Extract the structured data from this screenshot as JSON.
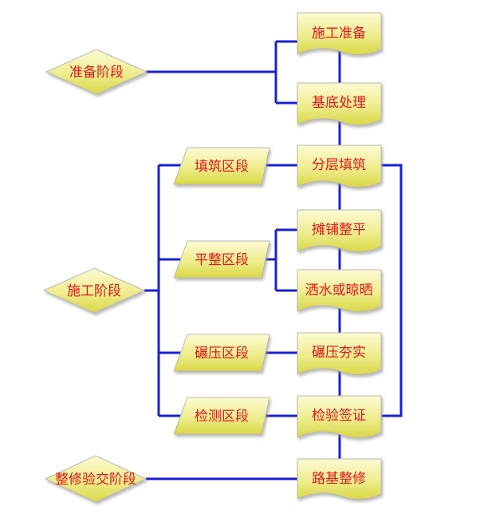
{
  "colors": {
    "shape_fill_light": "#fdfbd2",
    "shape_fill_dark": "#d9d744",
    "shape_stroke": "#b8b8b0",
    "connector": "#1a1fd6",
    "label": "#e8131b"
  },
  "phases": [
    {
      "id": "prep",
      "label": "准备阶段"
    },
    {
      "id": "construct",
      "label": "施工阶段"
    },
    {
      "id": "finish",
      "label": "整修验交阶段"
    }
  ],
  "sections": [
    {
      "id": "fill",
      "label": "填筑区段"
    },
    {
      "id": "level",
      "label": "平整区段"
    },
    {
      "id": "roll",
      "label": "碾压区段"
    },
    {
      "id": "test",
      "label": "检测区段"
    }
  ],
  "steps": [
    {
      "id": "s1",
      "label": "施工准备"
    },
    {
      "id": "s2",
      "label": "基底处理"
    },
    {
      "id": "s3",
      "label": "分层填筑"
    },
    {
      "id": "s4",
      "label": "摊铺整平"
    },
    {
      "id": "s5",
      "label": "洒水或晾晒"
    },
    {
      "id": "s6",
      "label": "碾压夯实"
    },
    {
      "id": "s7",
      "label": "检验签证"
    },
    {
      "id": "s8",
      "label": "路基整修"
    }
  ]
}
